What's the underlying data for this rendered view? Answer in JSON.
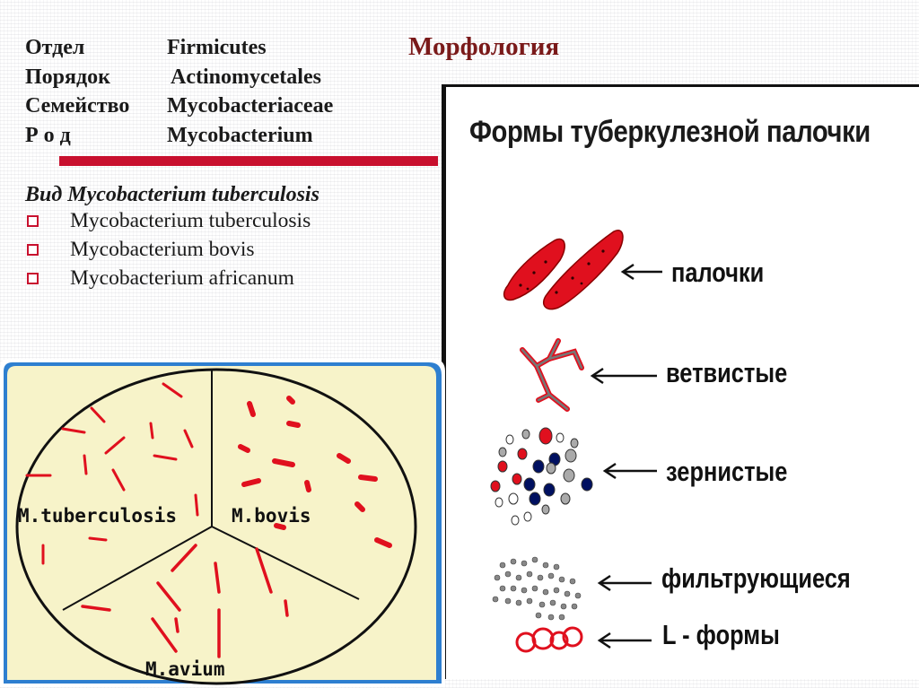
{
  "taxonomy": [
    {
      "label": "Отдел",
      "value": "Firmicutes"
    },
    {
      "label": "Порядок",
      "value": "Actinomycetales"
    },
    {
      "label": "Семейство",
      "value": "Mycobacteriaceae"
    },
    {
      "label": "Р о д",
      "value": "Mycobacterium"
    }
  ],
  "title": "Морфология",
  "species": {
    "heading": "Вид Mycobacterium tuberculosis",
    "items": [
      "Mycobacterium tuberculosis",
      "Mycobacterium bovis",
      "Mycobacterium africanum"
    ]
  },
  "forms_panel": {
    "title": "Формы туберкулезной палочки",
    "forms": [
      "палочки",
      "ветвистые",
      "зернистые",
      "фильтрующиеся",
      "L - формы"
    ]
  },
  "plate": {
    "labels": [
      "M.tuberculosis",
      "M.bovis",
      "M.avium"
    ]
  },
  "colors": {
    "accent_red": "#c8102e",
    "bacteria_red": "#e0101e",
    "plate_fill": "#f7f3c9",
    "plate_frame": "#2e7fd0",
    "title_color": "#7a1a1a"
  }
}
